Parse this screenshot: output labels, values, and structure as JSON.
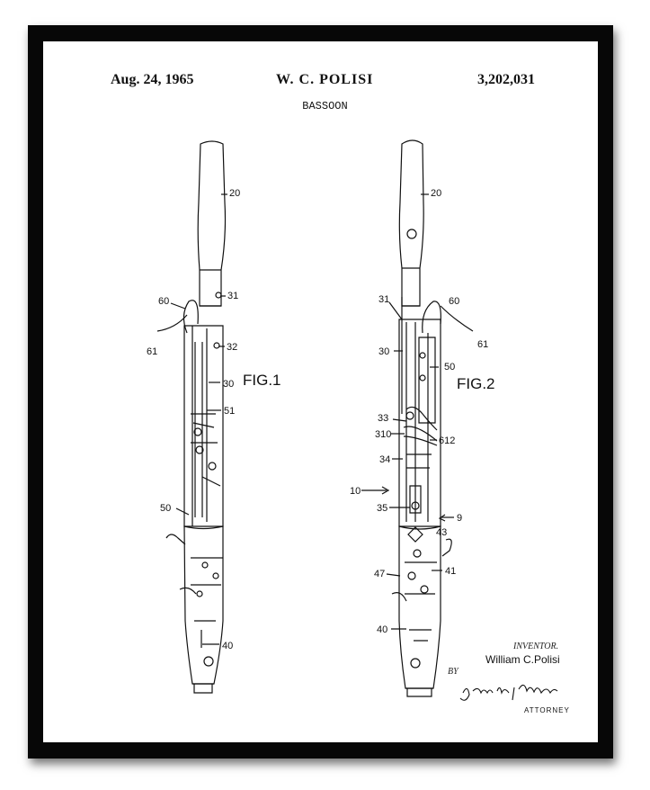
{
  "header": {
    "date": "Aug. 24, 1965",
    "inventor_header": "W. C. POLISI",
    "patent_number": "3,202,031"
  },
  "title": "BASSOON",
  "figures": {
    "fig1_label": "FIG.1",
    "fig2_label": "FIG.2",
    "fig1_refs": [
      "20",
      "60",
      "31",
      "61",
      "32",
      "30",
      "51",
      "50",
      "40"
    ],
    "fig2_refs": [
      "20",
      "31",
      "60",
      "61",
      "30",
      "50",
      "33",
      "310",
      "612",
      "34",
      "10",
      "35",
      "9",
      "43",
      "47",
      "41",
      "40"
    ]
  },
  "signature_block": {
    "inventor_label": "INVENTOR.",
    "inventor_name": "William C.Polisi",
    "by_label": "BY",
    "attorney_signature": "Joseph F. Paillan",
    "attorney_label": "ATTORNEY"
  },
  "colors": {
    "frame": "#070707",
    "paper": "#ffffff",
    "ink": "#111111"
  }
}
